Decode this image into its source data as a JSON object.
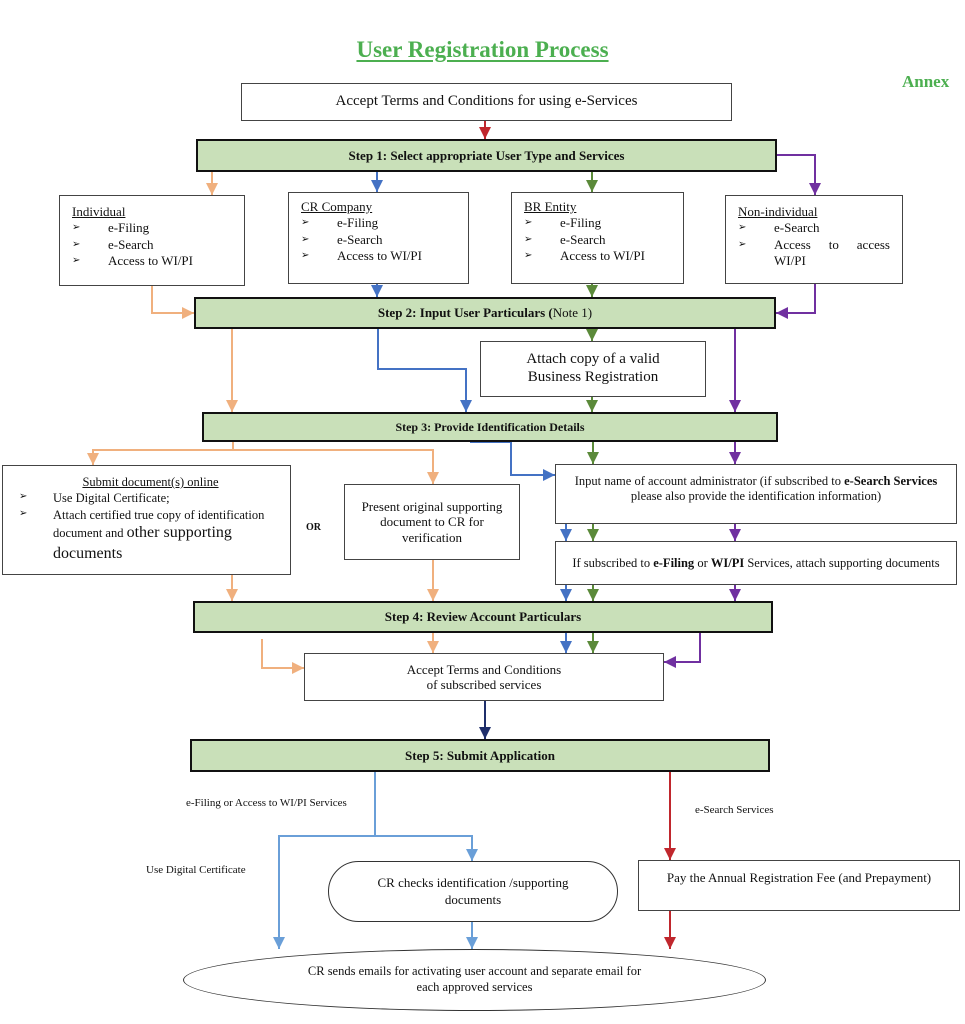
{
  "title": "User Registration Process",
  "annex": "Annex",
  "colors": {
    "title_green": "#4caf50",
    "step_fill": "#c9e0b9",
    "red": "#c0272d",
    "orange": "#f0b07e",
    "blue": "#4472c4",
    "light_blue": "#6a9fd8",
    "green": "#5b8a3a",
    "purple": "#7030a0",
    "navy": "#1f2f6b"
  },
  "accept_terms": "Accept Terms and Conditions for using e-Services",
  "steps": {
    "step1": "Step 1: Select appropriate User Type and Services",
    "step2_bold": "Step 2: Input User Particulars (",
    "step2_normal": "Note 1)",
    "step3": "Step 3: Provide Identification Details",
    "step4": "Step 4: Review Account Particulars",
    "step5": "Step 5: Submit Application"
  },
  "user_types": [
    {
      "name": "Individual",
      "services": [
        "e-Filing",
        "e-Search",
        "Access to WI/PI"
      ]
    },
    {
      "name": "CR Company",
      "services": [
        "e-Filing",
        "e-Search",
        "Access to WI/PI"
      ]
    },
    {
      "name": "BR Entity",
      "services": [
        "e-Filing",
        "e-Search",
        "Access to WI/PI"
      ]
    },
    {
      "name": "Non-individual",
      "services": [
        "e-Search",
        "Access to access WI/PI"
      ]
    }
  ],
  "bullet_icon": "arrowhead-bullet",
  "attach_br": "Attach copy of a valid Business Registration",
  "submit_online": {
    "heading": "Submit document(s) online",
    "items": [
      "Use Digital Certificate;",
      "Attach certified true copy of identification document and"
    ],
    "large_tail": "other supporting documents"
  },
  "or_label": "OR",
  "present_original": "Present original supporting document to CR for verification",
  "admin_box": {
    "text1": "Input name of account administrator (if subscribed to ",
    "bold1": "e-Search Services",
    "text2": " please also provide the identification information)"
  },
  "efiling_box": {
    "text1": "If subscribed to ",
    "bold1": "e-Filing",
    "text2": " or ",
    "bold2": "WI/PI",
    "text3": " Services, attach supporting documents"
  },
  "accept_subscribed": "Accept Terms and Conditions of subscribed services",
  "branch_labels": {
    "efiling": "e-Filing or Access to WI/PI Services",
    "esearch": "e-Search Services",
    "digital_cert": "Use Digital Certificate"
  },
  "cr_checks": "CR checks identification /supporting documents",
  "pay_fee": "Pay the Annual Registration Fee (and Prepayment)",
  "cr_sends": "CR sends emails for activating user account and separate email for each approved services"
}
